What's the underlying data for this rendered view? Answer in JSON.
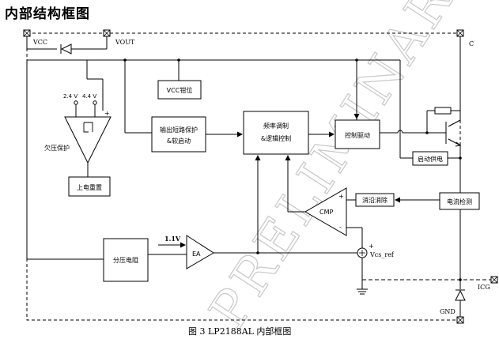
{
  "title": "内部结构框图",
  "caption": "图 3   LP2188AL 内部框图",
  "watermark": "PRELIMINARY",
  "pins": {
    "vcc": "VCC",
    "vout": "VOUT",
    "c": "C",
    "icg": "ICG",
    "gnd": "GND"
  },
  "uvlo": {
    "v1": "2.4 V",
    "v2": "4.4 V",
    "plus": "+",
    "label": "欠压保护"
  },
  "blocks": {
    "vcc_clamp": "VCC钳位",
    "power_on_reset": "上电重置",
    "output_protect_line1": "输出短路保护",
    "output_protect_line2": "&软启动",
    "freq_mod_line1": "频率调制",
    "freq_mod_line2": "&逻辑控制",
    "ctrl_drive": "控制驱动",
    "startup_supply": "启动供电",
    "current_detect": "电流检测",
    "blanking": "消沿消除",
    "divider": "分压电阻"
  },
  "amps": {
    "ref": "1.1V",
    "ea": "EA",
    "cmp": "CMP",
    "cmp_plus": "+",
    "cmp_minus": "-",
    "vcs_ref": "Vcs_ref",
    "plus_sign": "+"
  }
}
